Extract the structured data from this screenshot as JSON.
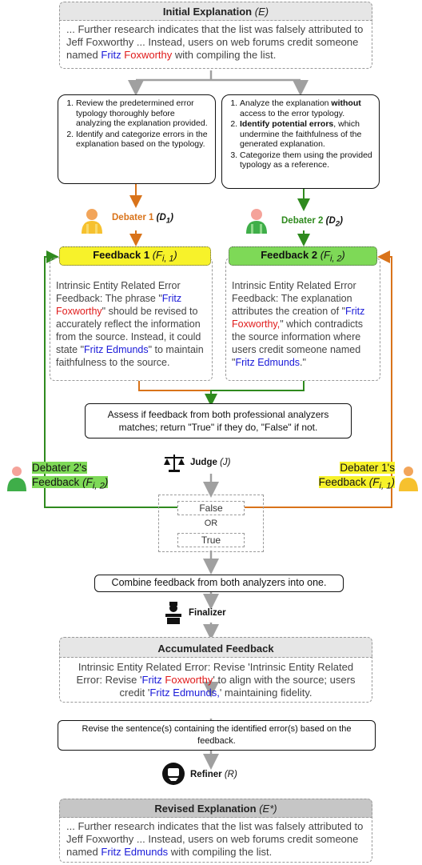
{
  "initial": {
    "title": "Initial Explanation",
    "symbol": "(E)",
    "text_a": "... Further research indicates that the list was falsely attributed to Jeff Foxworthy ... Instead, users on web forums credit someone named ",
    "name_first": "Fritz",
    "name_last": "Foxworthy",
    "text_b": " with compiling the list."
  },
  "instr_left": [
    "Review the predetermined error typology thoroughly before analyzing the explanation provided.",
    "Identify and categorize errors in the explanation based on the typology."
  ],
  "instr_right": {
    "item1_a": "Analyze the explanation ",
    "item1_bold": "without",
    "item1_b": " access to the error typology.",
    "item2_bold": "Identify potential errors",
    "item2_b": ", which undermine the faithfulness of the generated explanation.",
    "item3": "Categorize them using the provided typology as a reference."
  },
  "debater1": {
    "label": "Debater 1",
    "symbol": "(D",
    "sub": "1",
    "close": ")"
  },
  "debater2": {
    "label": "Debater 2",
    "symbol": "(D",
    "sub": "2",
    "close": ")"
  },
  "feedback1": {
    "title": "Feedback 1",
    "symbol": "(F",
    "sub": "i, 1",
    "close": ")",
    "t1": "Intrinsic Entity Related Error Feedback: The phrase \"",
    "n1a": "Fritz",
    "n1b": "Foxworthy",
    "t2": "\" should be revised to accurately reflect the information from the source. Instead, it could state \"",
    "n2": "Fritz Edmunds",
    "t3": "\" to maintain faithfulness to the source."
  },
  "feedback2": {
    "title": "Feedback 2",
    "symbol": "(F",
    "sub": "i, 2",
    "close": ")",
    "t1": "Intrinsic Entity Related Error Feedback: The explanation attributes the creation of \"",
    "n1a": "Fritz",
    "n1b": "Foxworthy,",
    "t2": "\" which contradicts the source information where users credit someone named \"",
    "n2": "Fritz Edmunds",
    "t3": ".\""
  },
  "assess": "Assess if feedback from both professional analyzers matches; return \"True\" if they do, \"False\" if not.",
  "judge": {
    "label": "Judge",
    "symbol": "(J)"
  },
  "side_left": {
    "l1": "Debater 2's",
    "l2": "Feedback",
    "sym": "(F",
    "sub": "i, 2",
    "close": ")"
  },
  "side_right": {
    "l1": "Debater 1's",
    "l2": "Feedback",
    "sym": "(F",
    "sub": "i, 1",
    "close": ")"
  },
  "options": {
    "false": "False",
    "or": "OR",
    "true": "True"
  },
  "combine": "Combine feedback from both analyzers into one.",
  "finalizer": {
    "label": "Finalizer"
  },
  "accumulated": {
    "title": "Accumulated Feedback",
    "t1": "Intrinsic Entity Related Error: Revise 'Intrinsic Entity Related Error: Revise '",
    "n1a": "Fritz",
    "n1b": "Foxworthy",
    "t2": "' to align with the source; users credit '",
    "n2": "Fritz Edmunds,",
    "t3": "' maintaining fidelity."
  },
  "revise": "Revise the sentence(s) containing the identified error(s) based on the feedback.",
  "refiner": {
    "label": "Refiner",
    "symbol": "(R)"
  },
  "revised": {
    "title": "Revised Explanation",
    "symbol": "(E*)",
    "text_a": "... Further research indicates that the list was falsely attributed to Jeff Foxworthy ... Instead, users on web forums credit someone named ",
    "name": "Fritz Edmunds",
    "text_b": " with compiling the list."
  },
  "colors": {
    "orange": "#d9731a",
    "green": "#2f8a1e",
    "gray_arrow": "#a0a0a0",
    "yellow": "#f7f22a",
    "light_green": "#7ed957",
    "blue": "#1a1ad8",
    "red": "#e01b1b"
  },
  "icons": [
    "person-orange-icon",
    "person-green-icon",
    "scale-icon",
    "judge-person-icon",
    "refiner-icon"
  ]
}
